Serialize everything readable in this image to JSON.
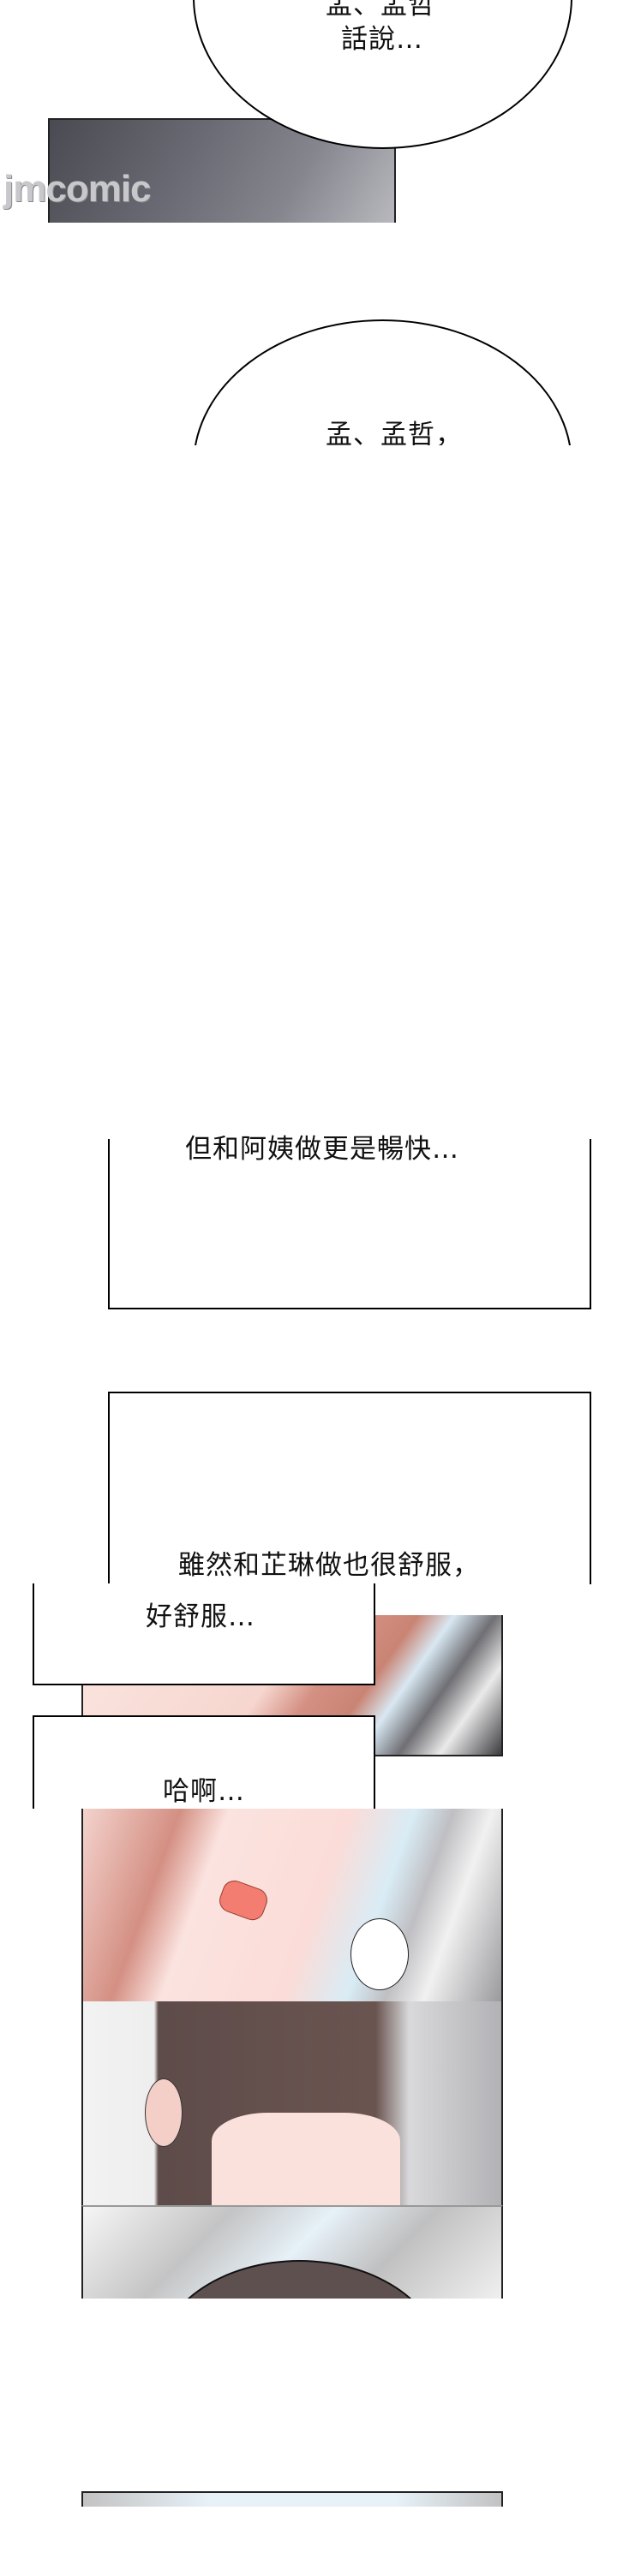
{
  "watermark": "jmcomic",
  "bubbles": [
    {
      "line1": "孟、孟哲",
      "line2": "話說…"
    },
    {
      "line1": "孟、孟哲，"
    }
  ],
  "captions": [
    "但和阿姨做更是暢快…",
    "雖然和芷琳做也很舒服，",
    "好舒服…",
    "哈啊…"
  ]
}
